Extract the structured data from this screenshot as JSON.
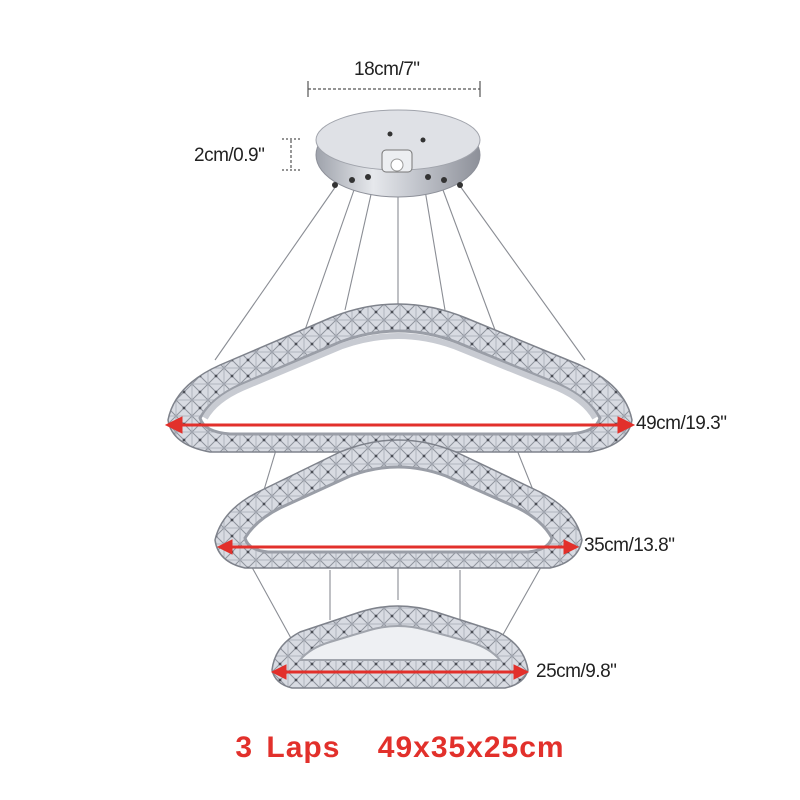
{
  "dimensions": {
    "canopy_width": "18cm/7\"",
    "canopy_height": "2cm/0.9\"",
    "ring_large": "49cm/19.3\"",
    "ring_medium": "35cm/13.8\"",
    "ring_small": "25cm/9.8\""
  },
  "caption": {
    "tiers": "3 Laps",
    "sizes": "49x35x25cm"
  },
  "colors": {
    "accent_red": "#e2302b",
    "chrome": "#b8bcc6",
    "crystal": "#d9dce3",
    "text": "#222222"
  },
  "product": {
    "description": "Three-tier square crystal ring LED chandelier with round chrome canopy"
  }
}
